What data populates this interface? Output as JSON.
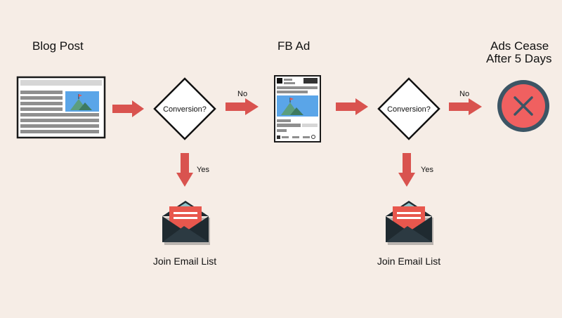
{
  "steps": {
    "blog_post": "Blog Post",
    "fb_ad": "FB Ad",
    "ads_cease_line1": "Ads Cease",
    "ads_cease_line2": "After 5 Days"
  },
  "decisions": [
    {
      "label": "Conversion?"
    },
    {
      "label": "Conversion?"
    }
  ],
  "edge_labels": {
    "no_1": "No",
    "no_2": "No",
    "yes_1": "Yes",
    "yes_2": "Yes"
  },
  "outcomes": [
    {
      "label": "Join Email List"
    },
    {
      "label": "Join Email List"
    }
  ],
  "colors": {
    "background": "#f6ede6",
    "arrow": "#d9534f",
    "envelope_dark": "#1f2a30",
    "letter": "#e8574d",
    "stop_circle": "#f06060",
    "stop_ring": "#3c5565"
  }
}
